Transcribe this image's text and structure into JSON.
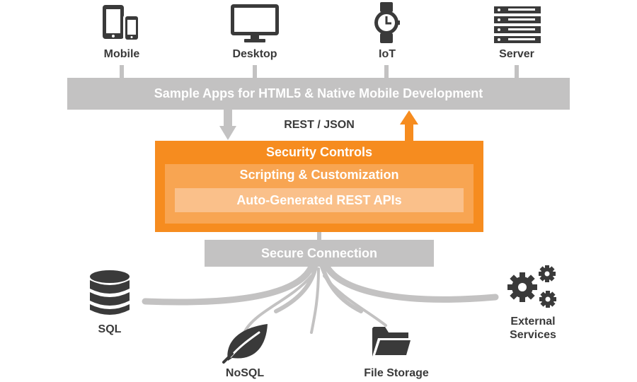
{
  "clients": [
    {
      "name": "Mobile",
      "icon": "mobile-tablet-icon"
    },
    {
      "name": "Desktop",
      "icon": "desktop-monitor-icon"
    },
    {
      "name": "IoT",
      "icon": "smartwatch-icon"
    },
    {
      "name": "Server",
      "icon": "server-rack-icon"
    }
  ],
  "apps_bar": "Sample Apps for HTML5 & Native Mobile Development",
  "protocol": "REST / JSON",
  "platform": {
    "outer": "Security Controls",
    "middle": "Scripting & Customization",
    "inner": "Auto-Generated REST APIs"
  },
  "connection": "Secure Connection",
  "backends": [
    {
      "name": "SQL",
      "icon": "database-icon"
    },
    {
      "name": "NoSQL",
      "icon": "leaf-icon"
    },
    {
      "name": "File Storage",
      "icon": "folder-icon"
    },
    {
      "name": "External Services",
      "icon": "gears-icon"
    }
  ],
  "colors": {
    "accent": "#f68c1f",
    "accent_mid": "#f8a552",
    "accent_light": "#fac08a",
    "bar_gray": "#c3c2c2",
    "icon_dark": "#3a3a3a"
  }
}
